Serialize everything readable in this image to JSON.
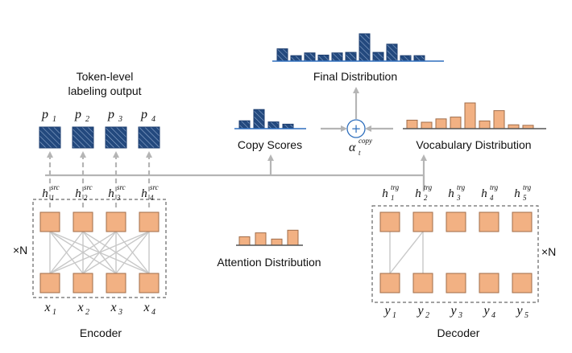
{
  "colors": {
    "navy": "#23497e",
    "orange": "#f2b183",
    "connector": "#b5b5b5",
    "baseline_orange": "#555555",
    "baseline_navy": "#2f6fbd"
  },
  "title_token_level": [
    "Token-level",
    "labeling output"
  ],
  "outputs": [
    "p",
    "p",
    "p",
    "p"
  ],
  "output_subs": [
    "1",
    "2",
    "3",
    "4"
  ],
  "copy_scores": {
    "label": "Copy Scores",
    "values": [
      0.35,
      0.85,
      0.3,
      0.2
    ]
  },
  "final_distribution": {
    "label": "Final Distribution",
    "values": [
      0.45,
      0.2,
      0.3,
      0.22,
      0.3,
      0.32,
      1.0,
      0.32,
      0.62,
      0.2,
      0.2
    ]
  },
  "vocabulary_distribution": {
    "label": "Vocabulary Distribution",
    "values": [
      0.33,
      0.25,
      0.38,
      0.45,
      1.0,
      0.3,
      0.7,
      0.15,
      0.13
    ]
  },
  "attention_distribution": {
    "label": "Attention Distribution",
    "values": [
      0.48,
      0.7,
      0.35,
      0.85
    ]
  },
  "combine": {
    "symbol": "+",
    "alpha": "α",
    "sup": "copy",
    "sub": "t"
  },
  "encoder": {
    "label": "Encoder",
    "repeat": "×N",
    "hidden": [
      {
        "h": "h",
        "sub": "1",
        "sup": "src"
      },
      {
        "h": "h",
        "sub": "2",
        "sup": "src"
      },
      {
        "h": "h",
        "sub": "3",
        "sup": "src"
      },
      {
        "h": "h",
        "sub": "4",
        "sup": "src"
      }
    ],
    "inputs": [
      {
        "v": "x",
        "sub": "1"
      },
      {
        "v": "x",
        "sub": "2"
      },
      {
        "v": "x",
        "sub": "3"
      },
      {
        "v": "x",
        "sub": "4"
      }
    ]
  },
  "decoder": {
    "label": "Decoder",
    "repeat": "×N",
    "hidden": [
      {
        "h": "h",
        "sub": "1",
        "sup": "trg"
      },
      {
        "h": "h",
        "sub": "2",
        "sup": "trg"
      },
      {
        "h": "h",
        "sub": "3",
        "sup": "trg"
      },
      {
        "h": "h",
        "sub": "4",
        "sup": "trg"
      },
      {
        "h": "h",
        "sub": "5",
        "sup": "trg"
      }
    ],
    "inputs": [
      {
        "v": "y",
        "sub": "1"
      },
      {
        "v": "y",
        "sub": "2"
      },
      {
        "v": "y",
        "sub": "3"
      },
      {
        "v": "y",
        "sub": "4"
      },
      {
        "v": "y",
        "sub": "5"
      }
    ]
  }
}
